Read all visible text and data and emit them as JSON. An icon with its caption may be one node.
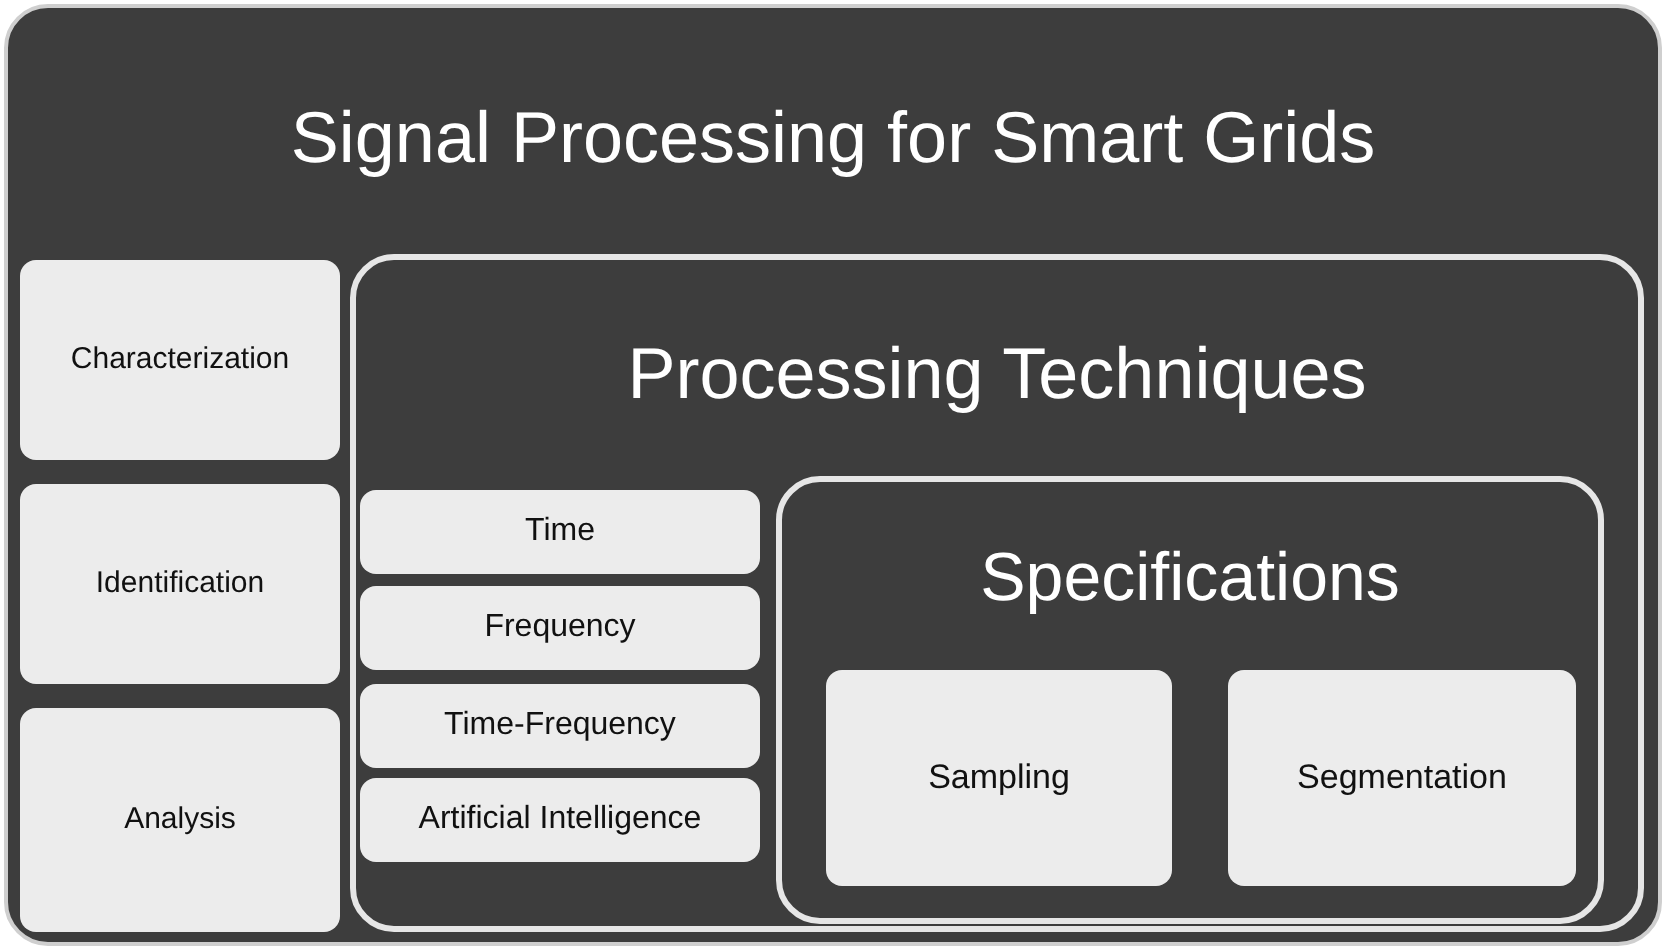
{
  "diagram": {
    "nodes": [
      {
        "text": [
          "Signal Processing for Smart Grids"
        ]
      },
      {
        "text": [
          "Characterization"
        ],
        "in": 0
      },
      {
        "text": [
          "Identification"
        ],
        "in": 0
      },
      {
        "text": [
          "Analysis"
        ],
        "in": 0
      },
      {
        "text": [
          "Processing Techniques"
        ],
        "in": 0
      },
      {
        "text": [
          "Time"
        ],
        "in": 4
      },
      {
        "text": [
          "Frequency"
        ],
        "in": 4
      },
      {
        "text": [
          "Time-Frequency"
        ],
        "in": 4
      },
      {
        "text": [
          "Artificial Intelligence"
        ],
        "in": 4
      },
      {
        "text": [
          "Specifications"
        ],
        "in": 4
      },
      {
        "text": [
          "Sampling"
        ],
        "in": 9
      },
      {
        "text": [
          "Segmentation"
        ],
        "in": 9
      }
    ]
  }
}
